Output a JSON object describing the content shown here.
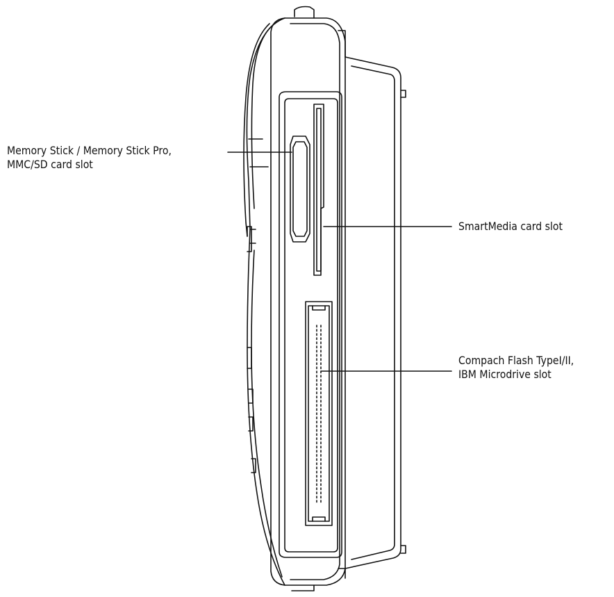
{
  "callouts": {
    "memory_stick": {
      "line1": "Memory Stick / Memory Stick Pro,",
      "line2": "MMC/SD card slot"
    },
    "smartmedia": {
      "line1": "SmartMedia card slot"
    },
    "compact_flash": {
      "line1": "Compach Flash TypeI/II,",
      "line2": "IBM Microdrive slot"
    }
  },
  "colors": {
    "line": "#111111",
    "background": "#ffffff"
  }
}
